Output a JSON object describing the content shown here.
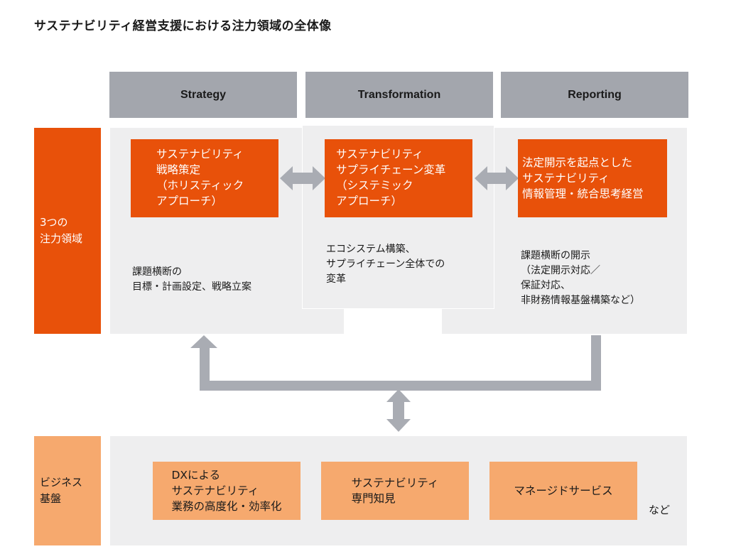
{
  "title": "サステナビリティ経営支援における注力領域の全体像",
  "columns": [
    "Strategy",
    "Transformation",
    "Reporting"
  ],
  "focus": {
    "label": "3つの\n注力領域",
    "boxes": [
      "サステナビリティ\n戦略策定\n（ホリスティック\nアプローチ）",
      "サステナビリティ\nサプライチェーン変革\n（システミック\nアプローチ）",
      "法定開示を起点とした\nサステナビリティ\n情報管理・統合思考経営"
    ],
    "descriptions": [
      "課題横断の\n目標・計画設定、戦略立案",
      "エコシステム構築、\nサプライチェーン全体での\n変革",
      "課題横断の開示\n（法定開示対応／\n保証対応、\n非財務情報基盤構築など）"
    ]
  },
  "business": {
    "label": "ビジネス\n基盤",
    "boxes": [
      "DXによる\nサステナビリティ\n業務の高度化・効率化",
      "サステナビリティ\n専門知見",
      "マネージドサービス"
    ],
    "etc": "など"
  },
  "colors": {
    "header_gray": "#a3a6ad",
    "orange": "#e8510a",
    "light_orange": "#f6a96e",
    "panel_gray": "#eeeeef",
    "arrow_gray": "#a9acb3"
  }
}
